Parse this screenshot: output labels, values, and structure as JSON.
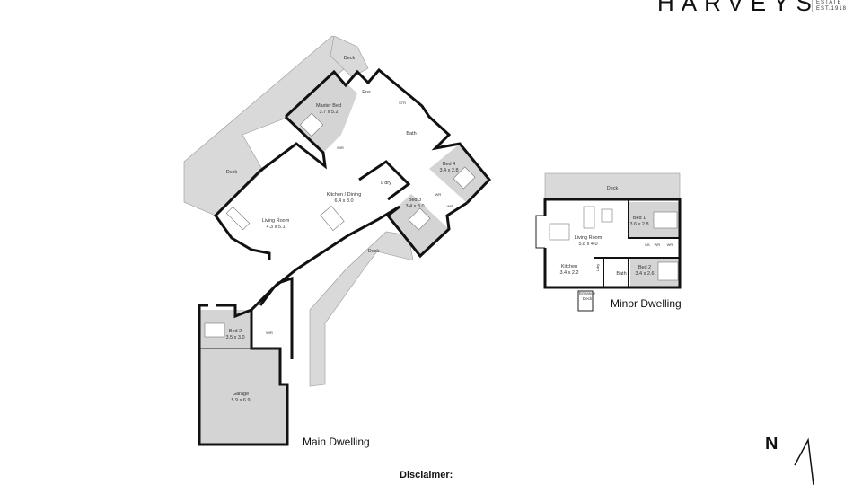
{
  "brand": {
    "name": "HARVEYS",
    "tagline_1": "ESTATE",
    "tagline_2": "EST.1918"
  },
  "main_dwelling": {
    "title": "Main Dwelling",
    "rooms": [
      {
        "name": "Deck",
        "size": ""
      },
      {
        "name": "Ens",
        "size": ""
      },
      {
        "name": "Master Bed",
        "size": "3.7 x 5.2"
      },
      {
        "name": "STR",
        "size": ""
      },
      {
        "name": "WIR",
        "size": ""
      },
      {
        "name": "Bath",
        "size": ""
      },
      {
        "name": "Deck",
        "size": ""
      },
      {
        "name": "Bed 4",
        "size": "3.4 x 2.8"
      },
      {
        "name": "L'dry",
        "size": ""
      },
      {
        "name": "Kitchen / Dining",
        "size": "6.4 x 8.0"
      },
      {
        "name": "Living Room",
        "size": "4.3 x 5.1"
      },
      {
        "name": "Bed 3",
        "size": "3.4 x 3.0"
      },
      {
        "name": "WR",
        "size": ""
      },
      {
        "name": "WR",
        "size": ""
      },
      {
        "name": "Deck",
        "size": ""
      },
      {
        "name": "Bed 2",
        "size": "3.5 x 3.0"
      },
      {
        "name": "WIR",
        "size": ""
      },
      {
        "name": "Garage",
        "size": "5.9 x 6.9"
      }
    ]
  },
  "minor_dwelling": {
    "title": "Minor Dwelling",
    "rooms": [
      {
        "name": "Deck",
        "size": ""
      },
      {
        "name": "Bed 1",
        "size": "3.6 x 2.8"
      },
      {
        "name": "Living Room",
        "size": "5.8 x 4.0"
      },
      {
        "name": "L/B",
        "size": ""
      },
      {
        "name": "WR",
        "size": ""
      },
      {
        "name": "WR",
        "size": ""
      },
      {
        "name": "Kitchen",
        "size": "3.4 x 2.2"
      },
      {
        "name": "L'dry",
        "size": ""
      },
      {
        "name": "Bath",
        "size": ""
      },
      {
        "name": "Bed 2",
        "size": "3.4 x 2.6"
      },
      {
        "name": "Entrance",
        "size": "Deck"
      }
    ]
  },
  "compass": {
    "label": "N"
  },
  "footer": {
    "disclaimer": "Disclaimer:"
  }
}
